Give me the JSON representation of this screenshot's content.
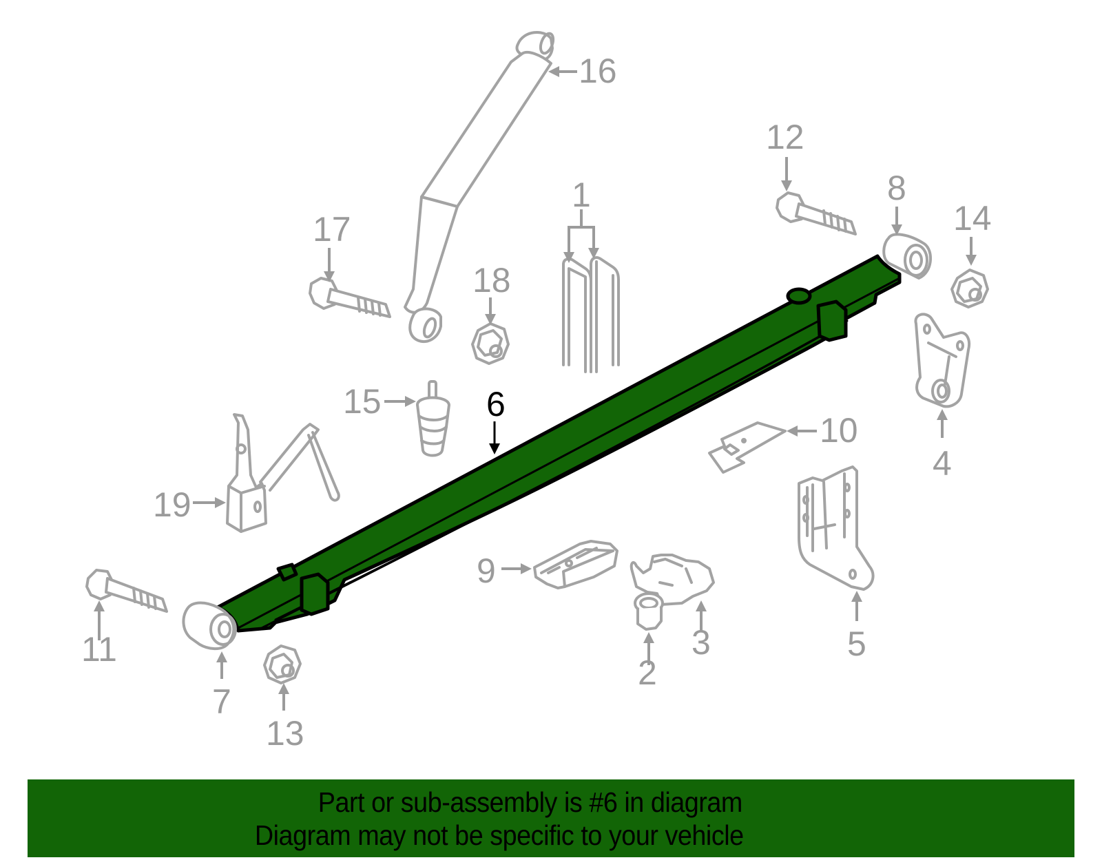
{
  "diagram": {
    "highlighted_part": "6",
    "highlight_color": "#126506",
    "line_color": "#a3a3a3",
    "label_color": "#9b9b9b",
    "callouts": [
      {
        "id": "1",
        "label": "1",
        "part": "u-bolts"
      },
      {
        "id": "2",
        "label": "2",
        "part": "flange-nut"
      },
      {
        "id": "3",
        "label": "3",
        "part": "spring-plate-bracket"
      },
      {
        "id": "4",
        "label": "4",
        "part": "shackle"
      },
      {
        "id": "5",
        "label": "5",
        "part": "hanger-bracket"
      },
      {
        "id": "6",
        "label": "6",
        "part": "leaf-spring"
      },
      {
        "id": "7",
        "label": "7",
        "part": "front-bushing"
      },
      {
        "id": "8",
        "label": "8",
        "part": "rear-bushing"
      },
      {
        "id": "9",
        "label": "9",
        "part": "spacer-block"
      },
      {
        "id": "10",
        "label": "10",
        "part": "plate"
      },
      {
        "id": "11",
        "label": "11",
        "part": "front-bolt"
      },
      {
        "id": "12",
        "label": "12",
        "part": "rear-bolt"
      },
      {
        "id": "13",
        "label": "13",
        "part": "front-nut"
      },
      {
        "id": "14",
        "label": "14",
        "part": "rear-nut"
      },
      {
        "id": "15",
        "label": "15",
        "part": "bump-stop"
      },
      {
        "id": "16",
        "label": "16",
        "part": "shock-absorber"
      },
      {
        "id": "17",
        "label": "17",
        "part": "shock-bolt"
      },
      {
        "id": "18",
        "label": "18",
        "part": "shock-nut"
      },
      {
        "id": "19",
        "label": "19",
        "part": "height-sensor"
      }
    ]
  },
  "banner": {
    "line1": "Part or sub-assembly is #6 in diagram",
    "line2": "Diagram may not be specific to your vehicle"
  }
}
